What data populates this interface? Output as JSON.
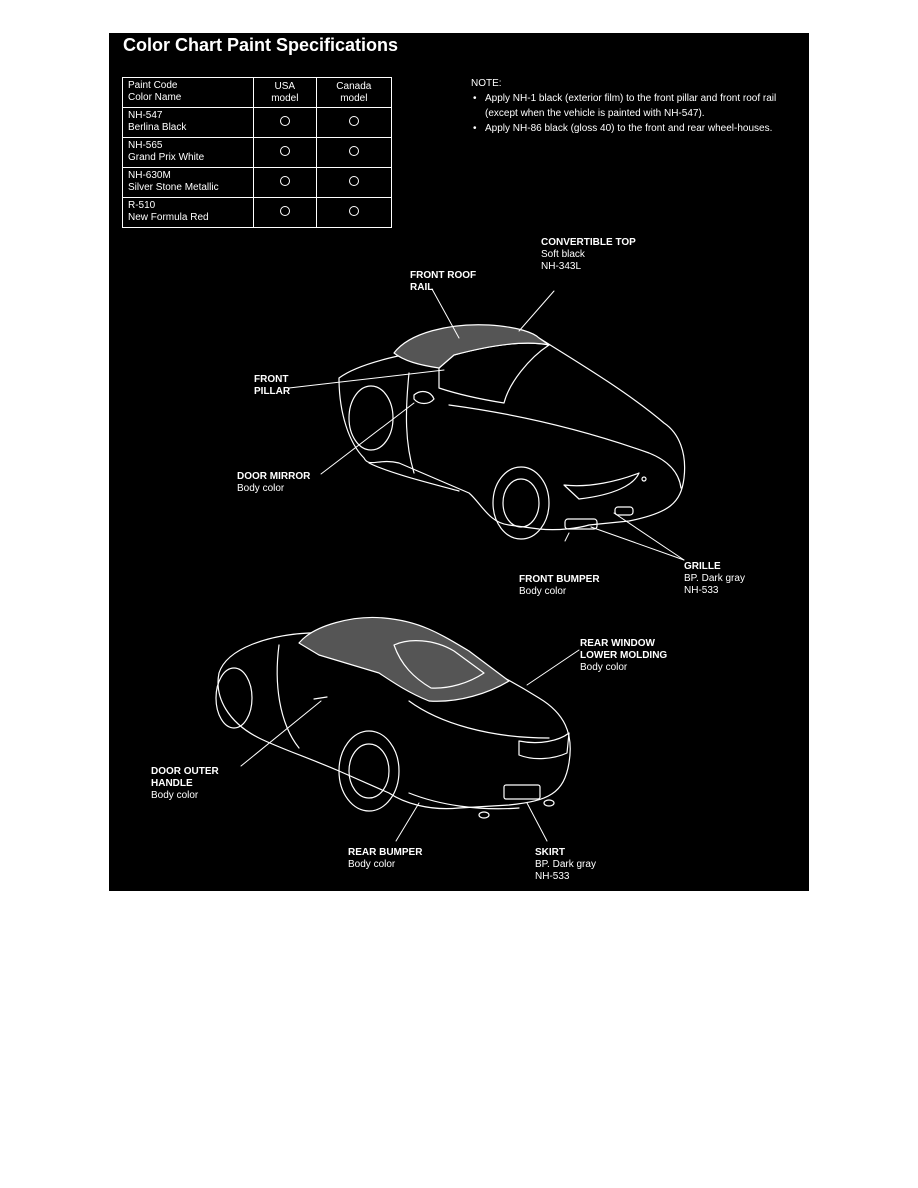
{
  "title": "Color Chart Paint Specifications",
  "table": {
    "headers": {
      "code": "Paint Code",
      "name": "Color Name",
      "usa1": "USA",
      "usa2": "model",
      "can1": "Canada",
      "can2": "model"
    },
    "rows": [
      {
        "code": "NH-547",
        "name": "Berlina Black"
      },
      {
        "code": "NH-565",
        "name": "Grand Prix White"
      },
      {
        "code": "NH-630M",
        "name": "Silver Stone Metallic"
      },
      {
        "code": "R-510",
        "name": "New Formula Red"
      }
    ]
  },
  "note": {
    "heading": "NOTE:",
    "items": [
      "Apply NH-1 black (exterior film) to the front pillar and front roof rail (except when the vehicle is painted with NH-547).",
      "Apply NH-86 black (gloss 40) to the front and rear wheel-houses."
    ]
  },
  "callouts": {
    "convertible_top": {
      "l1": "CONVERTIBLE TOP",
      "l2": "Soft black",
      "l3": "NH-343L"
    },
    "front_roof_rail": {
      "l1": "FRONT ROOF",
      "l2": "RAIL"
    },
    "front_pillar": {
      "l1": "FRONT",
      "l2": "PILLAR"
    },
    "door_mirror": {
      "l1": "DOOR MIRROR",
      "l2": "Body color"
    },
    "grille": {
      "l1": "GRILLE",
      "l2": "BP. Dark gray",
      "l3": "NH-533"
    },
    "front_bumper": {
      "l1": "FRONT BUMPER",
      "l2": "Body color"
    },
    "rear_window_molding": {
      "l1": "REAR WINDOW",
      "l2": "LOWER MOLDING",
      "l3": "Body color"
    },
    "door_outer_handle": {
      "l1": "DOOR OUTER",
      "l2": "HANDLE",
      "l3": "Body color"
    },
    "rear_bumper": {
      "l1": "REAR BUMPER",
      "l2": "Body color"
    },
    "skirt": {
      "l1": "SKIRT",
      "l2": "BP. Dark gray",
      "l3": "NH-533"
    }
  }
}
